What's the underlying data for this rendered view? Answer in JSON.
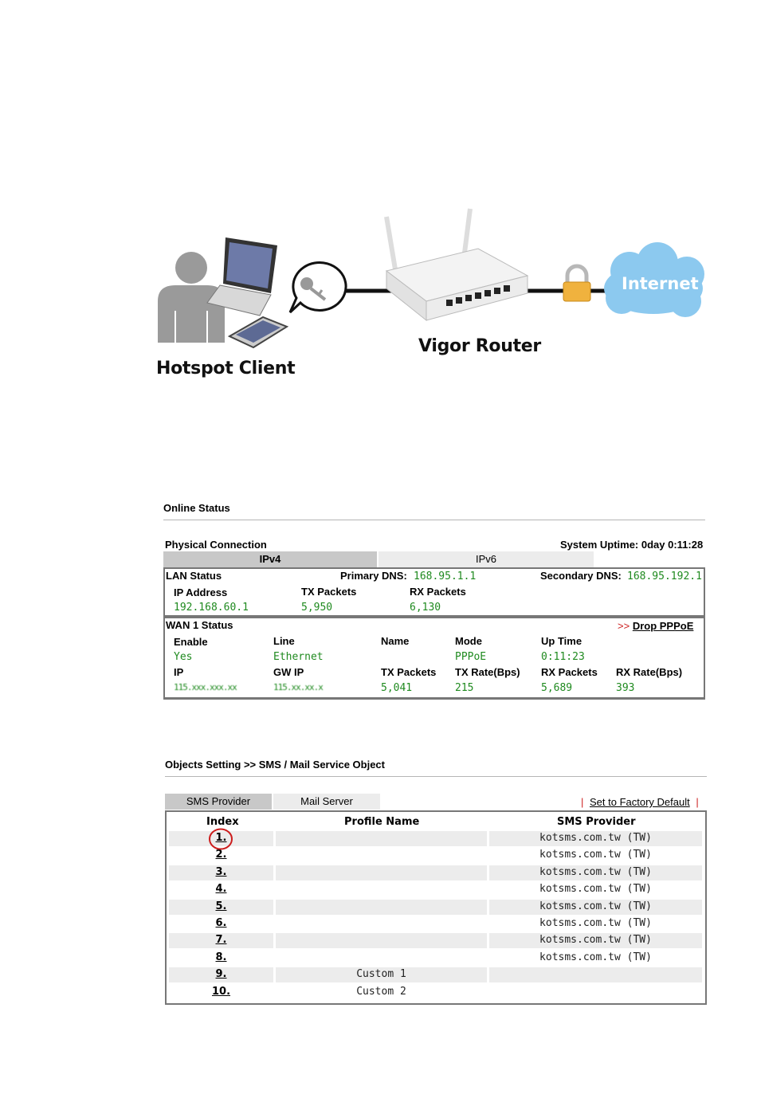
{
  "diagram": {
    "client_label": "Hotspot Client",
    "router_label": "Vigor Router",
    "internet_label": "Internet",
    "client_icon": "person-laptop-phone",
    "key_icon": "key-in-speech-bubble",
    "router_icon": "wireless-router",
    "lock_icon": "padlock",
    "cloud_icon": "cloud"
  },
  "online_status": {
    "title": "Online Status",
    "physical_connection": "Physical Connection",
    "uptime": "System Uptime: 0day 0:11:28",
    "tabs": [
      "IPv4",
      "IPv6"
    ],
    "lan": {
      "title": "LAN Status",
      "primary_dns_label": "Primary DNS:",
      "primary_dns": "168.95.1.1",
      "secondary_dns_label": "Secondary DNS:",
      "secondary_dns": "168.95.192.1",
      "headers": [
        "IP Address",
        "TX Packets",
        "RX Packets"
      ],
      "values": [
        "192.168.60.1",
        "5,950",
        "6,130"
      ]
    },
    "wan": {
      "title": "WAN 1 Status",
      "drop_prefix": ">>",
      "drop_link": "Drop PPPoE",
      "row1_headers": [
        "Enable",
        "Line",
        "Name",
        "Mode",
        "Up Time"
      ],
      "row1_values": [
        "Yes",
        "Ethernet",
        "",
        "PPPoE",
        "0:11:23"
      ],
      "row2_headers": [
        "IP",
        "GW IP",
        "TX Packets",
        "TX Rate(Bps)",
        "RX Packets",
        "RX Rate(Bps)"
      ],
      "row2_values": [
        "115.xxx.xxx.xx",
        "115.xx.xx.x",
        "5,041",
        "215",
        "5,689",
        "393"
      ]
    }
  },
  "sms_object": {
    "breadcrumb": "Objects Setting >> SMS / Mail Service Object",
    "tabs": [
      "SMS Provider",
      "Mail Server"
    ],
    "factory_default": "Set to Factory Default",
    "columns": [
      "Index",
      "Profile Name",
      "SMS Provider"
    ],
    "rows": [
      {
        "index": "1.",
        "profile": "",
        "provider": "kotsms.com.tw (TW)"
      },
      {
        "index": "2.",
        "profile": "",
        "provider": "kotsms.com.tw (TW)"
      },
      {
        "index": "3.",
        "profile": "",
        "provider": "kotsms.com.tw (TW)"
      },
      {
        "index": "4.",
        "profile": "",
        "provider": "kotsms.com.tw (TW)"
      },
      {
        "index": "5.",
        "profile": "",
        "provider": "kotsms.com.tw (TW)"
      },
      {
        "index": "6.",
        "profile": "",
        "provider": "kotsms.com.tw (TW)"
      },
      {
        "index": "7.",
        "profile": "",
        "provider": "kotsms.com.tw (TW)"
      },
      {
        "index": "8.",
        "profile": "",
        "provider": "kotsms.com.tw (TW)"
      },
      {
        "index": "9.",
        "profile": "Custom 1",
        "provider": ""
      },
      {
        "index": "10.",
        "profile": "Custom 2",
        "provider": ""
      }
    ]
  }
}
